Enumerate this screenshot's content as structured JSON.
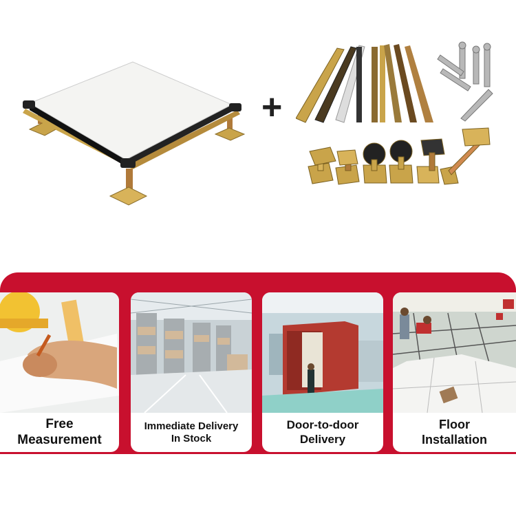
{
  "services": [
    {
      "line1": "Free",
      "line2": "Measurement"
    },
    {
      "line1": "Immediate Delivery",
      "line2": "In Stock"
    },
    {
      "line1": "Door-to-door",
      "line2": "Delivery"
    },
    {
      "line1": "Floor",
      "line2": "Installation"
    }
  ],
  "plus_symbol": "+",
  "colors": {
    "accent_red": "#c8102e",
    "metal_gold": "#c9a44a",
    "panel_white": "#f4f4f2"
  },
  "icons": [
    "raised-floor-panel",
    "stringer-rails",
    "screws",
    "pedestal-supports",
    "plus-icon"
  ]
}
